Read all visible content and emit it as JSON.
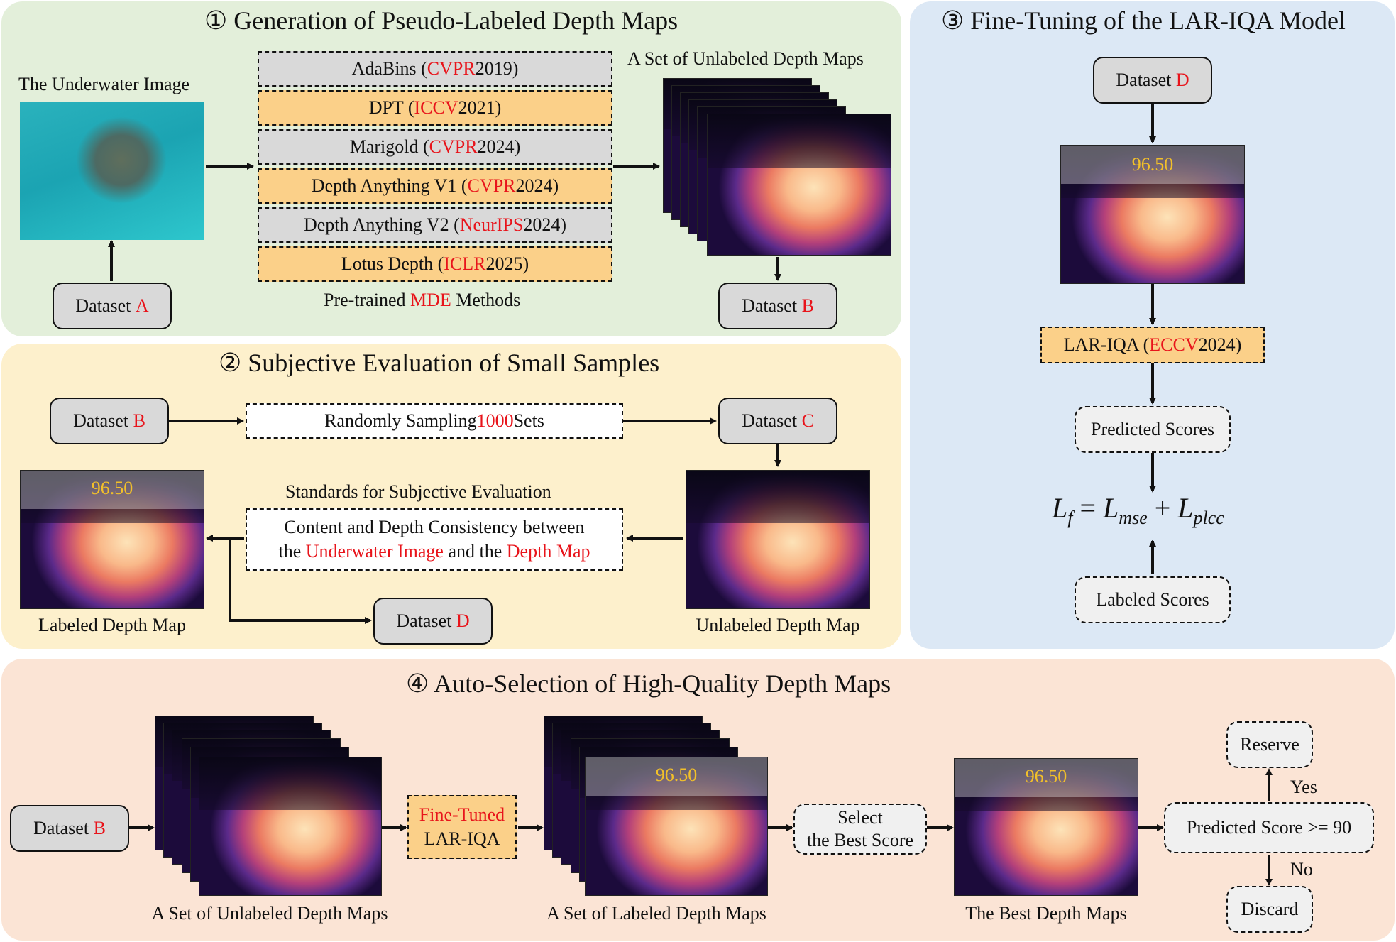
{
  "colors": {
    "panel1": "#e3efda",
    "panel2": "#fdf0cc",
    "panel3": "#dce8f5",
    "panel4": "#fbe4d5",
    "highlight": "#e8141b",
    "method_box_orange": "#fbd089",
    "method_box_grey": "#d9d9d9",
    "score_color": "#f2c02a"
  },
  "panel1": {
    "title": "① Generation of Pseudo-Labeled Depth Maps",
    "underwater_label": "The Underwater Image",
    "dataset_a": {
      "text": "Dataset ",
      "letter": "A"
    },
    "methods": [
      {
        "name": "AdaBins (",
        "venue": "CVPR",
        "year": " 2019)"
      },
      {
        "name": "DPT (",
        "venue": "ICCV",
        "year": " 2021)"
      },
      {
        "name": "Marigold (",
        "venue": "CVPR",
        "year": " 2024)"
      },
      {
        "name": "Depth Anything V1 (",
        "venue": "CVPR",
        "year": " 2024)"
      },
      {
        "name": "Depth Anything V2 (",
        "venue": "NeurIPS",
        "year": " 2024)"
      },
      {
        "name": "Lotus Depth (",
        "venue": "ICLR",
        "year": " 2025)"
      }
    ],
    "methods_caption": {
      "pre": "Pre-trained ",
      "hl": "MDE",
      "post": " Methods"
    },
    "depth_set_label": "A Set of Unlabeled Depth Maps",
    "dataset_b": {
      "text": "Dataset ",
      "letter": "B"
    }
  },
  "panel2": {
    "title": "② Subjective Evaluation of Small Samples",
    "dataset_b": {
      "text": "Dataset ",
      "letter": "B"
    },
    "sampling": {
      "pre": "Randomly Sampling ",
      "hl": "1000",
      "post": " Sets"
    },
    "dataset_c": {
      "text": "Dataset ",
      "letter": "C"
    },
    "standards_title": "Standards for Subjective Evaluation",
    "standards_line1": "Content and Depth Consistency between",
    "standards_line2": {
      "pre": "the ",
      "hl1": "Underwater Image",
      "mid": " and the ",
      "hl2": "Depth Map"
    },
    "score": "96.50",
    "labeled_caption": "Labeled Depth Map",
    "unlabeled_caption": "Unlabeled Depth Map",
    "dataset_d": {
      "text": "Dataset ",
      "letter": "D"
    }
  },
  "panel3": {
    "title": "③ Fine-Tuning of the LAR-IQA Model",
    "dataset_d": {
      "text": "Dataset ",
      "letter": "D"
    },
    "score": "96.50",
    "model": {
      "pre": "LAR-IQA (",
      "hl": "ECCV",
      "post": " 2024)"
    },
    "predicted": "Predicted Scores",
    "loss": {
      "L": "L",
      "f": "f",
      "eq": " = ",
      "L2": "L",
      "mse": "mse",
      "plus": " + ",
      "L3": "L",
      "plcc": "plcc"
    },
    "labeled": "Labeled Scores"
  },
  "panel4": {
    "title": "④ Auto-Selection of High-Quality Depth Maps",
    "dataset_b": {
      "text": "Dataset ",
      "letter": "B"
    },
    "unlabeled_caption": "A Set of Unlabeled Depth Maps",
    "finetuned_line1": "Fine-Tuned",
    "finetuned_line2": "LAR-IQA",
    "labeled_caption": "A Set of Labeled Depth Maps",
    "score": "96.50",
    "select_line1": "Select",
    "select_line2": "the Best Score",
    "best_caption": "The Best Depth Maps",
    "condition": "Predicted Score >= 90",
    "yes": "Yes",
    "no": "No",
    "reserve": "Reserve",
    "discard": "Discard"
  }
}
